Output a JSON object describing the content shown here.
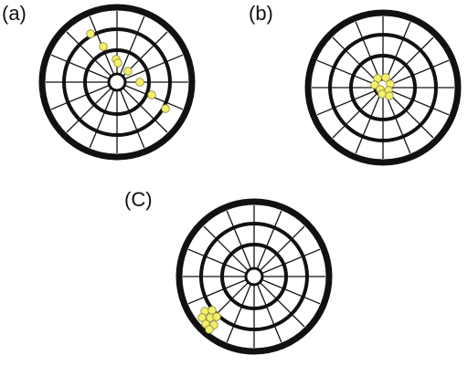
{
  "colors": {
    "ink": "#111111",
    "hit_fill": "#f3ef6a",
    "hit_stroke": "#8f8a3a",
    "background": "#ffffff"
  },
  "panels": [
    {
      "id": "a",
      "label": "(a)"
    },
    {
      "id": "b",
      "label": "(b)"
    },
    {
      "id": "c",
      "label": "(C)"
    }
  ]
}
